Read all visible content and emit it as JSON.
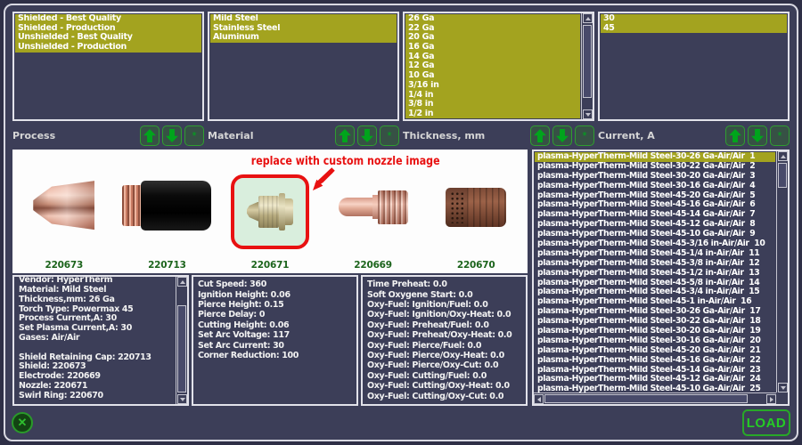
{
  "colors": {
    "background": "#3c3e58",
    "selection_highlight": "#a3a31f",
    "green_accent": "#00a51c",
    "red_accent": "#e81111",
    "part_number_green": "#1c641c"
  },
  "selectors": [
    {
      "label": "Process",
      "items": [
        "Shielded - Best Quality",
        "Shielded - Production",
        "Unshielded - Best Quality",
        "Unshielded - Production"
      ]
    },
    {
      "label": "Material",
      "items": [
        "Mild Steel",
        "Stainless Steel",
        "Aluminum"
      ]
    },
    {
      "label": "Thickness, mm",
      "items": [
        "26 Ga",
        "22 Ga",
        "20 Ga",
        "16 Ga",
        "14 Ga",
        "12 Ga",
        "10 Ga",
        "3/16 in",
        "1/4 in",
        "3/8 in",
        "1/2 in"
      ]
    },
    {
      "label": "Current, A",
      "items": [
        "30",
        "45"
      ]
    }
  ],
  "selector_buttons": {
    "asterisk_label": "*"
  },
  "annotation": {
    "text": "replace with custom nozzle image"
  },
  "parts": [
    {
      "number": "220673",
      "name": "shield"
    },
    {
      "number": "220713",
      "name": "shield retaining cap"
    },
    {
      "number": "220671",
      "name": "nozzle",
      "highlighted": true
    },
    {
      "number": "220669",
      "name": "electrode"
    },
    {
      "number": "220670",
      "name": "swirl ring"
    }
  ],
  "results": {
    "selected_index": 0,
    "items": [
      "plasma-HyperTherm-Mild Steel-30-26 Ga-Air/Air  1",
      "plasma-HyperTherm-Mild Steel-30-22 Ga-Air/Air  2",
      "plasma-HyperTherm-Mild Steel-30-20 Ga-Air/Air  3",
      "plasma-HyperTherm-Mild Steel-30-16 Ga-Air/Air  4",
      "plasma-HyperTherm-Mild Steel-45-20 Ga-Air/Air  5",
      "plasma-HyperTherm-Mild Steel-45-16 Ga-Air/Air  6",
      "plasma-HyperTherm-Mild Steel-45-14 Ga-Air/Air  7",
      "plasma-HyperTherm-Mild Steel-45-12 Ga-Air/Air  8",
      "plasma-HyperTherm-Mild Steel-45-10 Ga-Air/Air  9",
      "plasma-HyperTherm-Mild Steel-45-3/16 in-Air/Air  10",
      "plasma-HyperTherm-Mild Steel-45-1/4 in-Air/Air  11",
      "plasma-HyperTherm-Mild Steel-45-3/8 in-Air/Air  12",
      "plasma-HyperTherm-Mild Steel-45-1/2 in-Air/Air  13",
      "plasma-HyperTherm-Mild Steel-45-5/8 in-Air/Air  14",
      "plasma-HyperTherm-Mild Steel-45-3/4 in-Air/Air  15",
      "plasma-HyperTherm-Mild Steel-45-1 in-Air/Air  16",
      "plasma-HyperTherm-Mild Steel-30-26 Ga-Air/Air  17",
      "plasma-HyperTherm-Mild Steel-30-22 Ga-Air/Air  18",
      "plasma-HyperTherm-Mild Steel-30-20 Ga-Air/Air  19",
      "plasma-HyperTherm-Mild Steel-30-16 Ga-Air/Air  20",
      "plasma-HyperTherm-Mild Steel-45-20 Ga-Air/Air  21",
      "plasma-HyperTherm-Mild Steel-45-16 Ga-Air/Air  22",
      "plasma-HyperTherm-Mild Steel-45-14 Ga-Air/Air  23",
      "plasma-HyperTherm-Mild Steel-45-12 Ga-Air/Air  24",
      "plasma-HyperTherm-Mild Steel-45-10 Ga-Air/Air  25"
    ]
  },
  "panels": {
    "torch_info": {
      "lines": [
        "Vendor: HyperTherm",
        "Material: Mild Steel",
        "Thickness,mm: 26 Ga",
        "Torch Type: Powermax 45",
        "Process Current,A: 30",
        "Set Plasma Current,A: 30",
        "Gases: Air/Air",
        "",
        "Shield Retaining Cap: 220713",
        "Shield: 220673",
        "Electrode: 220669",
        "Nozzle: 220671",
        "Swirl Ring: 220670"
      ]
    },
    "cut_params": {
      "lines": [
        "Cut Speed: 360",
        "Ignition Height: 0.06",
        "Pierce Height: 0.15",
        "Pierce Delay: 0",
        "Cutting Height: 0.06",
        "Set Arc Voltage: 117",
        "Set Arc Current: 30",
        "Corner Reduction: 100"
      ]
    },
    "oxy_params": {
      "lines": [
        "Time Preheat: 0.0",
        "Soft Oxygene Start: 0.0",
        "Oxy-Fuel: Ignition/Fuel: 0.0",
        "Oxy-Fuel: Ignition/Oxy-Heat: 0.0",
        "Oxy-Fuel: Preheat/Fuel: 0.0",
        "Oxy-Fuel: Preheat/Oxy-Heat: 0.0",
        "Oxy-Fuel: Pierce/Fuel: 0.0",
        "Oxy-Fuel: Pierce/Oxy-Heat: 0.0",
        "Oxy-Fuel: Pierce/Oxy-Cut: 0.0",
        "Oxy-Fuel: Cutting/Fuel: 0.0",
        "Oxy-Fuel: Cutting/Oxy-Heat: 0.0",
        "Oxy-Fuel: Cutting/Oxy-Cut: 0.0"
      ]
    }
  },
  "buttons": {
    "load": "LOAD",
    "close": "✕"
  }
}
